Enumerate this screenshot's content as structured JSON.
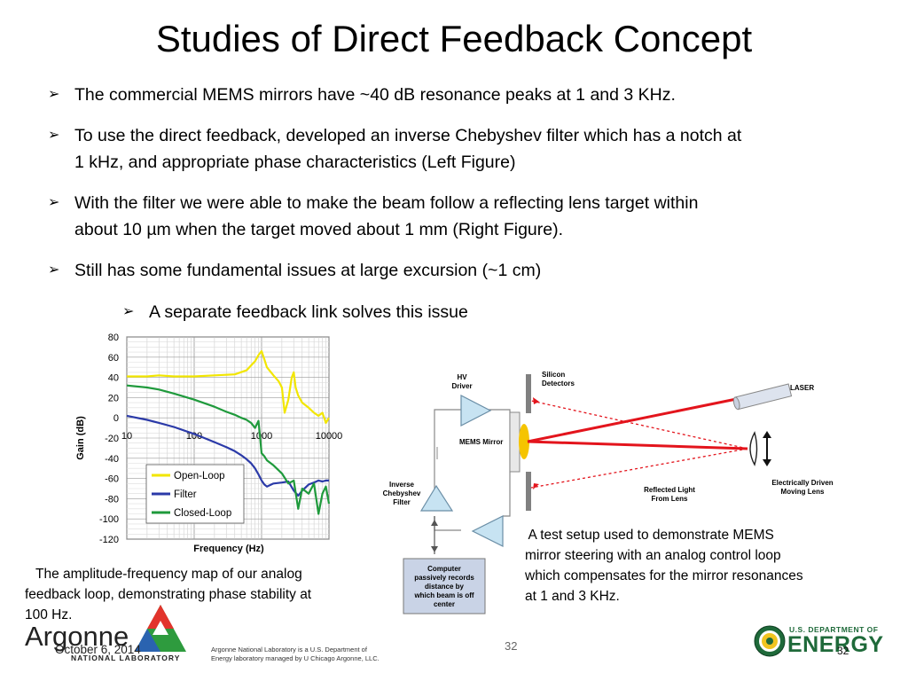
{
  "title": "Studies of Direct Feedback Concept",
  "bullets": [
    {
      "lines": [
        "The commercial MEMS mirrors have ~40 dB resonance peaks at 1 and 3 KHz."
      ]
    },
    {
      "lines": [
        "To use the direct feedback, developed an inverse Chebyshev filter which has a notch at",
        "1 kHz, and appropriate phase characteristics (Left Figure)"
      ]
    },
    {
      "lines": [
        "With the filter we were able to make the beam follow a reflecting lens target within",
        "about 10 µm when the target moved about 1 mm (Right Figure)."
      ]
    },
    {
      "lines": [
        "Still has some fundamental issues at large excursion (~1 cm)"
      ]
    },
    {
      "lines": [
        "A separate feedback link solves this issue"
      ]
    }
  ],
  "bullet_glyph": "➢",
  "left_caption": [
    "The amplitude-frequency map of our analog",
    "feedback loop, demonstrating phase stability at",
    "100 Hz."
  ],
  "right_caption": [
    " A test setup used to demonstrate MEMS",
    "mirror steering with an analog control loop",
    "which compensates for the mirror resonances",
    "at 1 and 3 KHz."
  ],
  "chart_data": {
    "type": "line",
    "xlabel": "Frequency (Hz)",
    "ylabel": "Gain (dB)",
    "x_scale": "log",
    "xlim": [
      10,
      10000
    ],
    "ylim": [
      -120,
      80
    ],
    "x_tick_labels": [
      "10",
      "100",
      "1000",
      "10000"
    ],
    "y_tick_labels": [
      "80",
      "60",
      "40",
      "20",
      "0",
      "-20",
      "-40",
      "-60",
      "-80",
      "-100",
      "-120"
    ],
    "y_ticks": [
      80,
      60,
      40,
      20,
      0,
      -20,
      -40,
      -60,
      -80,
      -100,
      -120
    ],
    "x_ticks": [
      10,
      100,
      1000,
      10000
    ],
    "grid": true,
    "legend_position": "bottom-left",
    "series": [
      {
        "name": "Open-Loop",
        "color": "#f2e600",
        "x": [
          10,
          20,
          30,
          50,
          100,
          200,
          400,
          600,
          800,
          900,
          1000,
          1100,
          1200,
          1500,
          1800,
          2000,
          2200,
          2500,
          2800,
          3000,
          3200,
          3500,
          4000,
          5000,
          6000,
          7000,
          8000,
          9000,
          10000
        ],
        "y": [
          41,
          41,
          42,
          41,
          41,
          42,
          43,
          47,
          56,
          62,
          66,
          58,
          50,
          42,
          36,
          30,
          5,
          18,
          40,
          45,
          30,
          22,
          15,
          10,
          5,
          2,
          5,
          -5,
          0
        ]
      },
      {
        "name": "Filter",
        "color": "#2b3aa8",
        "x": [
          10,
          20,
          30,
          50,
          100,
          200,
          300,
          400,
          500,
          600,
          700,
          800,
          900,
          1000,
          1100,
          1200,
          1500,
          2000,
          2500,
          3000,
          3500,
          4000,
          5000,
          6000,
          7000,
          8000,
          9000,
          10000
        ],
        "y": [
          2,
          -2,
          -5,
          -9,
          -16,
          -24,
          -29,
          -33,
          -37,
          -41,
          -45,
          -50,
          -56,
          -62,
          -66,
          -68,
          -65,
          -64,
          -63,
          -72,
          -77,
          -72,
          -66,
          -64,
          -62,
          -63,
          -62,
          -62
        ]
      },
      {
        "name": "Closed-Loop",
        "color": "#1f9a3c",
        "x": [
          10,
          20,
          30,
          50,
          100,
          200,
          300,
          400,
          500,
          600,
          700,
          800,
          900,
          1000,
          1100,
          1200,
          1500,
          2000,
          2500,
          3000,
          3500,
          4000,
          5000,
          6000,
          7000,
          8000,
          9000,
          10000
        ],
        "y": [
          32,
          30,
          28,
          24,
          18,
          11,
          6,
          3,
          0,
          -2,
          -5,
          -10,
          -3,
          -35,
          -38,
          -42,
          -47,
          -55,
          -65,
          -62,
          -90,
          -70,
          -75,
          -65,
          -95,
          -75,
          -68,
          -85
        ]
      }
    ]
  },
  "diagram": {
    "labels": {
      "hv_driver": [
        "HV",
        "Driver"
      ],
      "silicon": [
        "Silicon",
        "Detectors"
      ],
      "laser": "LASER",
      "mems": "MEMS Mirror",
      "inverse": [
        "Inverse",
        "Chebyshev",
        "Filter"
      ],
      "reflected": [
        "Reflected Light",
        "From Lens"
      ],
      "lens": [
        "Electrically Driven",
        "Moving Lens"
      ],
      "computer": [
        "Computer",
        "passively records",
        "distance  by",
        "which beam is off",
        "center"
      ]
    },
    "colors": {
      "beam": "#e3141c",
      "mirror": "#f5c400",
      "laser": "#dde3ee",
      "computer_box": "#c9d3e6"
    }
  },
  "footer": {
    "logo_text": "Argonne",
    "logo_sub": "NATIONAL LABORATORY",
    "date": "October 6, 2014",
    "disclaimer": [
      "Argonne National Laboratory is a U.S. Department of",
      "Energy laboratory managed by U Chicago Argonne, LLC."
    ],
    "page_center": "32",
    "page_right": "32",
    "doe_top": "U.S. DEPARTMENT OF",
    "doe_main": "ENERGY"
  }
}
